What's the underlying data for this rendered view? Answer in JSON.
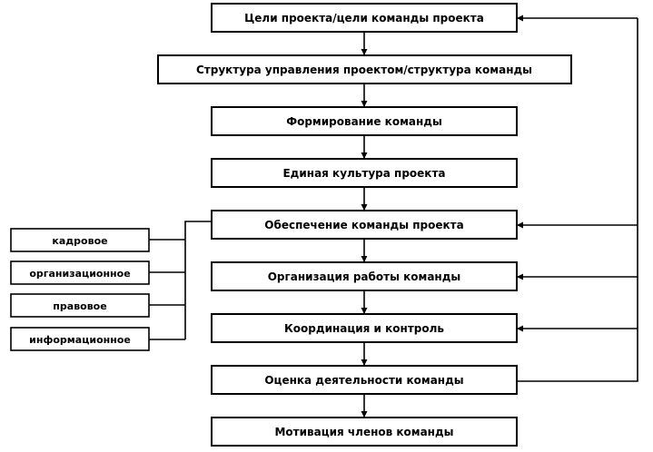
{
  "stages": [
    "Цели проекта/цели команды проекта",
    "Структура управления проектом/структура команды",
    "Формирование команды",
    "Единая культура проекта",
    "Обеспечение команды проекта",
    "Организация работы команды",
    "Координация и контроль",
    "Оценка деятельности команды",
    "Мотивация членов команды"
  ],
  "support_types": [
    "кадровое",
    "организационное",
    "правовое",
    "информационное"
  ]
}
